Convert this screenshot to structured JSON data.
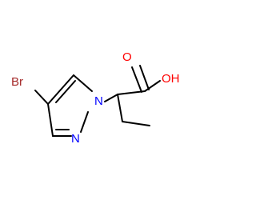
{
  "molecule": {
    "labels": {
      "bromine": "Br",
      "nitrogen_1": "N",
      "nitrogen_2": "N",
      "carbonyl_oxygen": "O",
      "hydroxyl": "OH"
    },
    "colors": {
      "bond": "#000000",
      "bromine": "#a52a2a",
      "nitrogen": "#0000ff",
      "oxygen": "#ff0000"
    }
  }
}
